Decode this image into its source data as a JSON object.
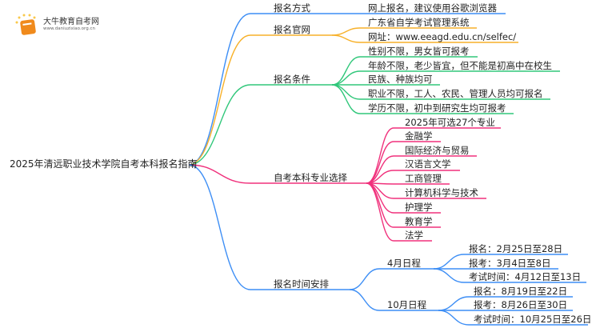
{
  "logo": {
    "title": "大牛教育自考网",
    "url": "www.daniuzixiao.org.cn"
  },
  "root": "2025年清远职业技术学院自考本科报名指南",
  "colors": {
    "blue": "#3d8ef5",
    "orange": "#f7b12a",
    "green": "#30c77a",
    "pink": "#f0317c"
  },
  "branches": [
    {
      "label": "报名方式",
      "leaves": [
        "网上报名，建议使用谷歌浏览器"
      ]
    },
    {
      "label": "报名官网",
      "leaves": [
        "广东省自学考试管理系统",
        "网址：www.eeagd.edu.cn/selfec/"
      ]
    },
    {
      "label": "报名条件",
      "leaves": [
        "性别不限，男女皆可报考",
        "年龄不限，老少皆宜，但不能是初高中在校生",
        "民族、种族均可",
        "职业不限，工人、农民、管理人员均可报名",
        "学历不限，初中到研究生均可报考"
      ]
    },
    {
      "label": "自考本科专业选择",
      "leaves": [
        "2025年可选27个专业",
        "金融学",
        "国际经济与贸易",
        "汉语言文学",
        "工商管理",
        "计算机科学与技术",
        "护理学",
        "教育学",
        "法学"
      ]
    },
    {
      "label": "报名时间安排",
      "groups": [
        {
          "label": "4月日程",
          "leaves": [
            "报名：2月25日至28日",
            "报考：3月4日至8日",
            "考试时间：4月12日至13日"
          ]
        },
        {
          "label": "10月日程",
          "leaves": [
            "报名：8月19日至22日",
            "报考：8月26日至30日",
            "考试时间：10月25日至26日"
          ]
        }
      ]
    }
  ]
}
